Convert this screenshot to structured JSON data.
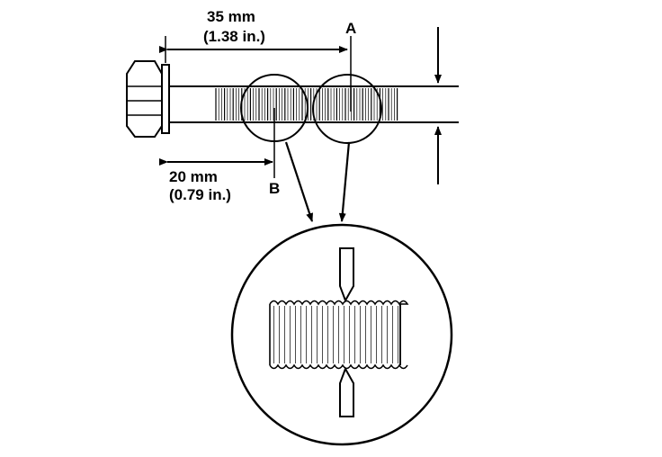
{
  "diagram": {
    "labels": {
      "dim_35_mm": "35 mm",
      "dim_35_in": "(1.38 in.)",
      "dim_20_mm": "20 mm",
      "dim_20_in": "(0.79 in.)",
      "point_a": "A",
      "point_b": "B"
    },
    "colors": {
      "ink": "#000000",
      "paper": "#ffffff"
    }
  }
}
